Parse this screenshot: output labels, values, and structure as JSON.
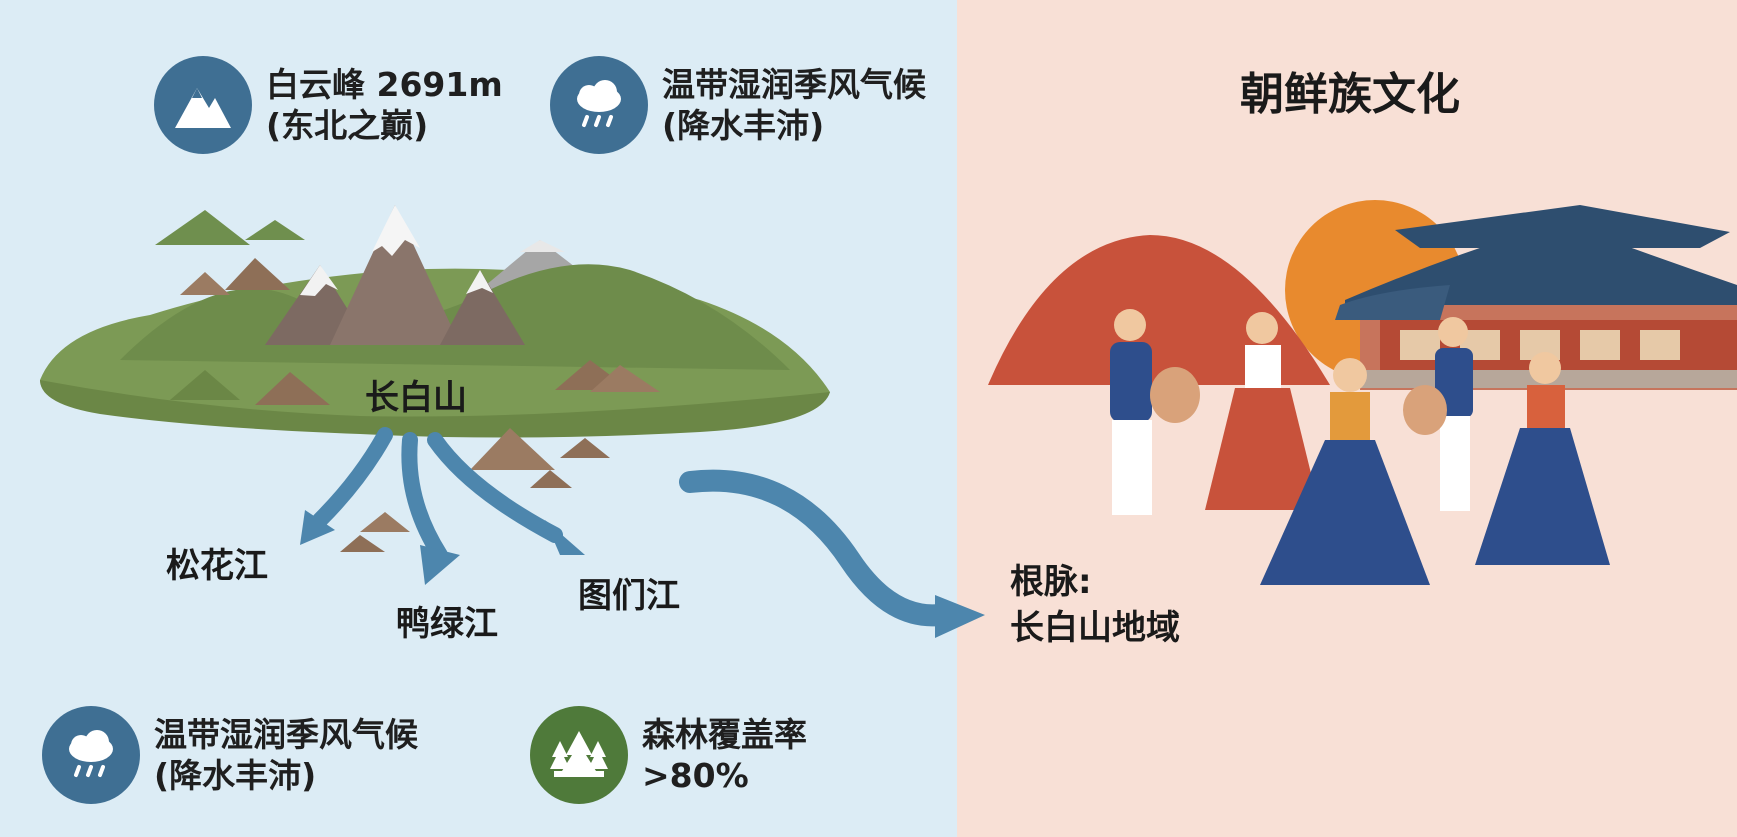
{
  "left": {
    "summit_line1": "白云峰 2691m",
    "summit_line2": "(东北之巅)",
    "climate_top_line1": "温带湿润季风气候",
    "climate_top_line2": "(降水丰沛)",
    "mountain_label": "长白山",
    "rivers": [
      "松花江",
      "鸭绿江",
      "图们江"
    ],
    "climate_bottom_line1": "温带湿润季风气候",
    "climate_bottom_line2": "(降水丰沛)",
    "forest_line1": "森林覆盖率",
    "forest_line2": ">80%"
  },
  "right": {
    "title": "朝鲜族文化",
    "roots_line1": "根脉:",
    "roots_line2": "长白山地域"
  },
  "colors": {
    "left_bg": "#dcecf5",
    "right_bg": "#f8e0d6",
    "icon_circle": "#3f6f93",
    "forest_icon": "#4f7a3a",
    "arrow": "#4d86ad",
    "grass": "#7c9a55",
    "palace_roof": "#2e4e6f",
    "sun": "#e88a2e"
  },
  "icons": [
    "mountain-icon",
    "rain-cloud-icon",
    "tree-icon"
  ]
}
